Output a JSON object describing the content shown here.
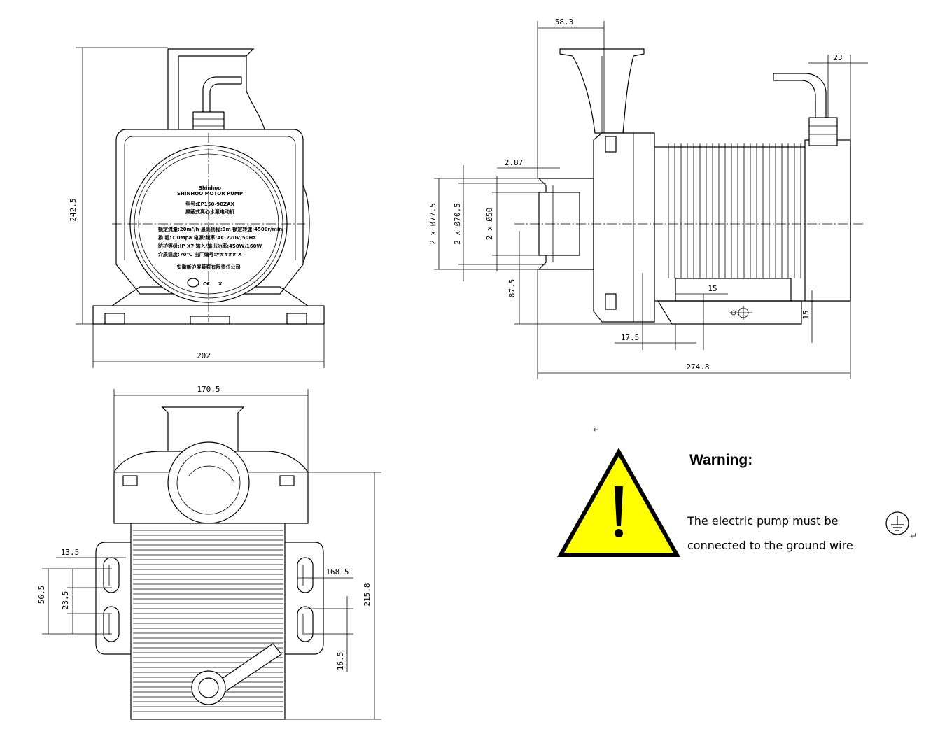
{
  "front_view": {
    "dims": {
      "height": "242.5",
      "base_width": "202"
    },
    "nameplate": {
      "brand": "Shinhoo",
      "brand_sub": "SHINHOO MOTOR PUMP",
      "model": "型号:EP150-90ZAX",
      "type": "屏蔽式离心水泵电动机",
      "rows": [
        "额定流量:20m³/h   最高扬程:9m   额定转速:4500r/min",
        "扬    程:1.0Mpa   电源/频率:AC 220V/50Hz",
        "防护等级:IP X7    输入/输出功率:450W/160W",
        "介质温度:70℃      出厂编号:##### X"
      ],
      "maker": "安徽新沪屏蔽泵有限责任公司"
    }
  },
  "side_view": {
    "dims": {
      "top_offset": "58.3",
      "right_offset": "23",
      "flange_lip": "2.87",
      "d1": "2 x Ø77.5",
      "d2": "2 x Ø70.5",
      "d3": "2 x Ø50",
      "axis_height": "87.5",
      "foot_gap": "15",
      "foot_height": "15",
      "foot_offset": "17.5",
      "total_length": "274.8"
    }
  },
  "bottom_view": {
    "dims": {
      "width": "170.5",
      "height": "215.8",
      "left_slot": "13.5",
      "right_slot": "168.5",
      "slot_spacing": "56.5",
      "slot_length": "23.5",
      "bottom_slot": "16.5"
    }
  },
  "warning": {
    "title": "Warning:",
    "line1": "The electric pump must be",
    "line2": "connected to the ground wire",
    "colors": {
      "triangle": "#ffff00",
      "mark": "#000000"
    },
    "icons": [
      "warning-triangle-icon",
      "ground-symbol-icon"
    ]
  }
}
